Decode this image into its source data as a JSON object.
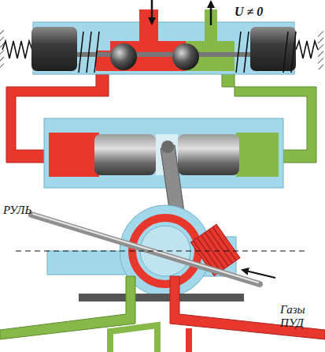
{
  "diagram": {
    "labels": [
      "U ≠ 0",
      "РУЛЬ",
      "Газы ПУД"
    ]
  }
}
